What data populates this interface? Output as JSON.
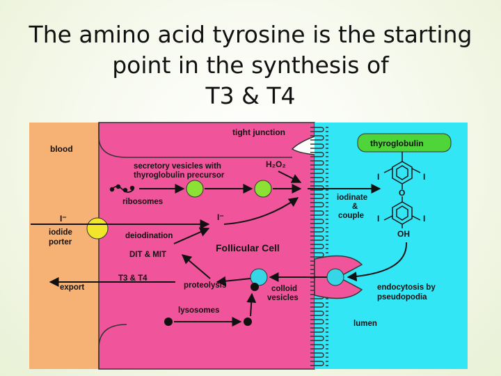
{
  "title": {
    "line1": "The amino acid tyrosine is the starting",
    "line2": "point in the synthesis of",
    "line3": "T3 & T4"
  },
  "diagram": {
    "colors": {
      "blood": "#f6b274",
      "cell": "#f0549a",
      "lumen": "#33e6f6",
      "vesicle": "#8be234",
      "lysosome": "#111111",
      "colloid_vesicle": "#37d6e6",
      "iodide_porter": "#f2e62c",
      "thyroglobulin": "#4fd43a"
    },
    "labels": {
      "tight_junction": "tight junction",
      "blood": "blood",
      "secretory_vesicles_1": "secretory vesicles with",
      "secretory_vesicles_2": "thyroglobulin precursor",
      "h2o2": "H₂O₂",
      "ribosomes": "ribosomes",
      "iodide_ion_left": "I⁻",
      "iodide_ion_mid": "I⁻",
      "iodide_porter_1": "iodide",
      "iodide_porter_2": "porter",
      "deiodination": "deiodination",
      "dit_mit": "DIT & MIT",
      "follicular_cell": "Follicular Cell",
      "t3_t4": "T3 & T4",
      "export": "export",
      "proteolysis": "proteolysis",
      "colloid_1": "colloid",
      "colloid_2": "vesicles",
      "lysosomes": "lysosomes",
      "thyroglobulin": "thyroglobulin",
      "iodinate_1": "iodinate",
      "iodinate_2": "&",
      "iodinate_3": "couple",
      "endocytosis_1": "endocytosis by",
      "endocytosis_2": "pseudopodia",
      "lumen": "lumen",
      "iodine_tl": "I",
      "iodine_tr": "I",
      "iodine_bl": "I",
      "iodine_br": "I",
      "oxygen": "O",
      "oh": "OH"
    }
  }
}
